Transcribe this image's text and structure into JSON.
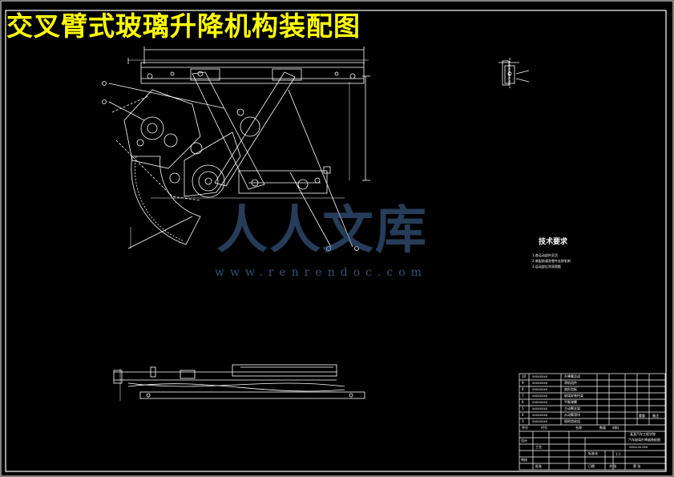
{
  "drawing": {
    "title": "交叉臂式玻璃升降机构装配图",
    "watermark": {
      "brand": "人人文库",
      "url": "www.renrendoc.com"
    },
    "technical_requirements": {
      "heading": "技术要求",
      "lines": [
        "1.各运动部件灵活",
        "2.装配前清洗零件去除毛刺",
        "3.运动部位涂润滑脂"
      ]
    },
    "parts_list": {
      "rows": [
        [
          "10",
          "XXXXXXXX",
          "升降臂总成"
        ],
        [
          "9",
          "XXXXXXXX",
          "滑轨组件"
        ],
        [
          "8",
          "XXXXXXXX",
          "扇形齿板"
        ],
        [
          "7",
          "XXXXXXXX",
          "玻璃安装托架"
        ],
        [
          "6",
          "XXXXXXXX",
          "平衡弹簧"
        ],
        [
          "5",
          "XXXXXXXX",
          "主动臂支架"
        ],
        [
          "4",
          "XXXXXXXX",
          "从动臂滑块"
        ],
        [
          "3",
          "XXXXXXXX",
          "摇把齿轮组"
        ]
      ],
      "header": [
        "序号",
        "代号",
        "名称",
        "数量",
        "材料",
        "重量",
        "备注"
      ]
    },
    "title_block": {
      "org": "某某汽车工程学院",
      "name": "汽车玻璃升降器装配图",
      "drawing_no": "XXXX-00-000",
      "scale": "1:1",
      "fields": [
        "设计",
        "审核",
        "工艺",
        "批准",
        "标准化",
        "日期",
        "共 张",
        "第 张"
      ]
    },
    "icons": [
      "leader-balloon-icon",
      "center-mark-icon"
    ]
  }
}
